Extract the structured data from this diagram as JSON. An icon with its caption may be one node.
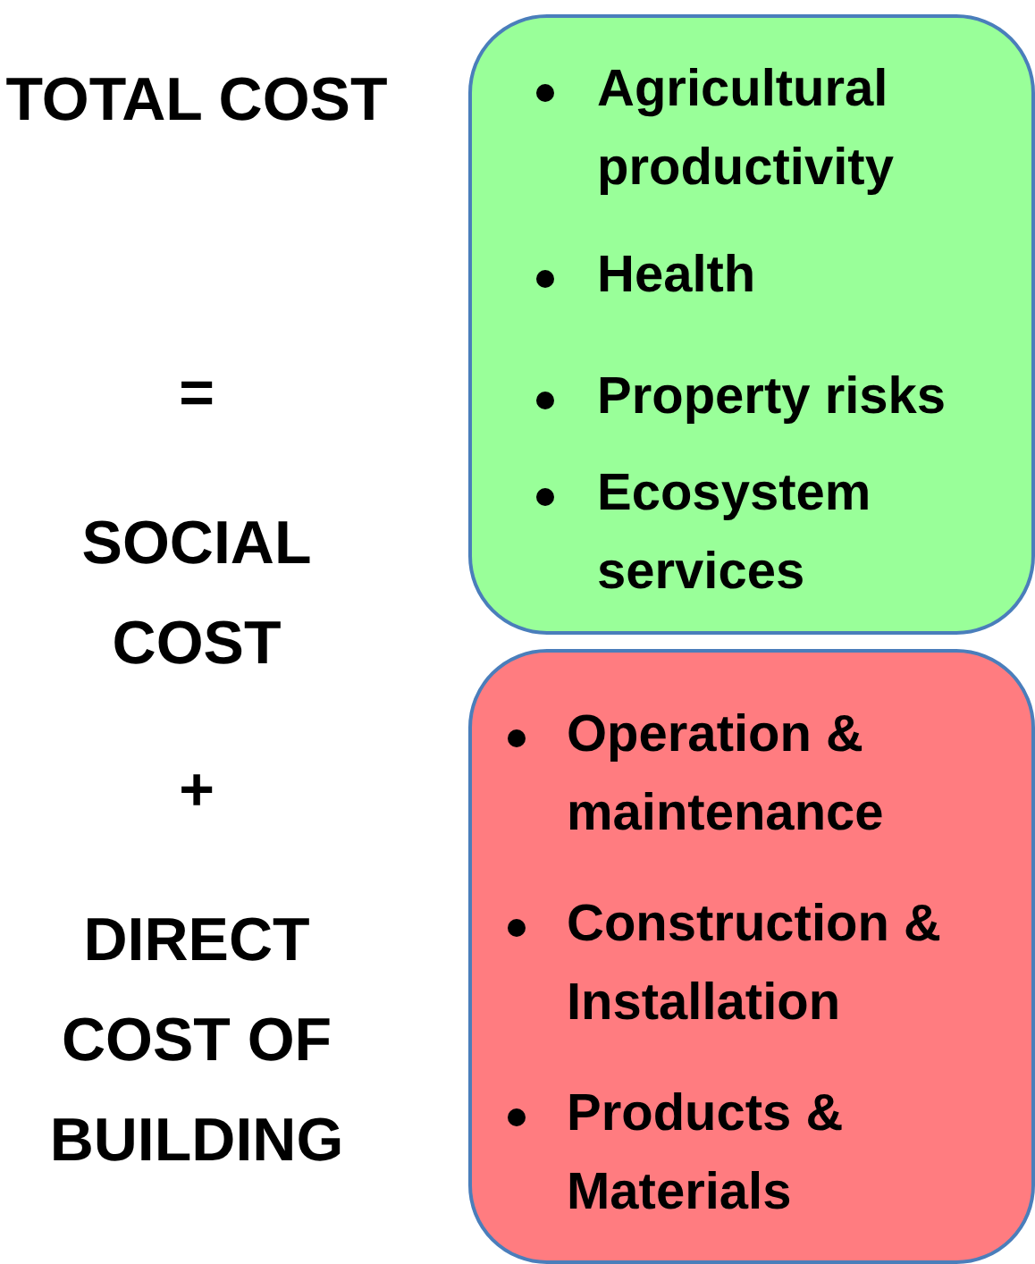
{
  "diagram": {
    "nodes": [
      {
        "text": [
          "Agricultural productivity",
          "Health",
          "Property risks",
          "Ecosystem services"
        ]
      },
      {
        "text": [
          "Operation & maintenance",
          "Construction & Installation",
          "Products & Materials"
        ]
      }
    ],
    "labels": [
      "TOTAL COST",
      "=",
      "SOCIAL COST",
      "+",
      "DIRECT COST OF BUILDING"
    ]
  }
}
